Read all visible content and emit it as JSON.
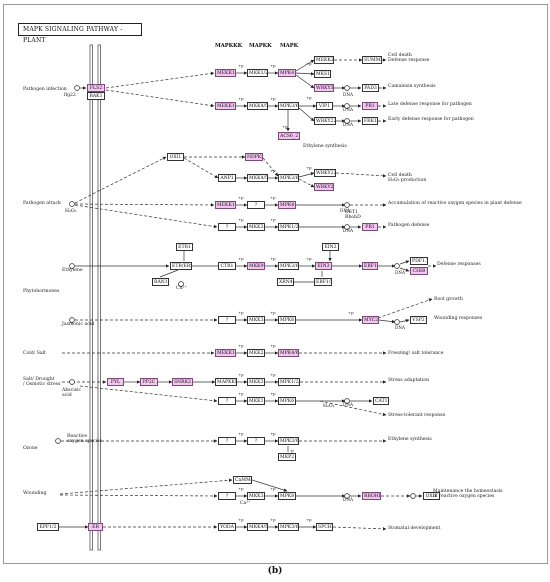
{
  "title": "MAPK SIGNALING PATHWAY - PLANT",
  "caption": "(b)",
  "headers": [
    "MAPKKK",
    "MAPKK",
    "MAPK"
  ],
  "colors": {
    "pink_node": "#f5c6f1",
    "membrane": "#555555"
  },
  "nodes": [
    {
      "id": "flg22_fls2",
      "text": "FLS2",
      "pink": true
    },
    {
      "id": "bak1",
      "text": "BAK1",
      "pink": false
    },
    {
      "id": "r1_mekk1",
      "text": "MEKK1",
      "pink": true
    },
    {
      "id": "r1_mkk12",
      "text": "MKK1/2",
      "pink": false
    },
    {
      "id": "r1_mpk4",
      "text": "MPK4",
      "pink": true
    },
    {
      "id": "r1_mks1",
      "text": "MKS1",
      "pink": false
    },
    {
      "id": "r1_wrky33",
      "text": "WRKY33",
      "pink": true
    },
    {
      "id": "r1_mekk2",
      "text": "MEKK2",
      "pink": false
    },
    {
      "id": "r1_summ2",
      "text": "SUMM2",
      "pink": false
    },
    {
      "id": "r1_pad3",
      "text": "PAD3",
      "pink": false
    },
    {
      "id": "r2_mekk1",
      "text": "MEKK1",
      "pink": true
    },
    {
      "id": "r2_mkk45",
      "text": "MKK4/5",
      "pink": false
    },
    {
      "id": "r2_mpk36",
      "text": "MPK3/6",
      "pink": false
    },
    {
      "id": "r2_vip1",
      "text": "VIP1",
      "pink": false
    },
    {
      "id": "r2_pr1",
      "text": "PR1",
      "pink": true
    },
    {
      "id": "r2_wrky22",
      "text": "WRKY22/29",
      "pink": false
    },
    {
      "id": "r2_frk1",
      "text": "FRK1",
      "pink": false
    },
    {
      "id": "r2_acs",
      "text": "ACS6_2_6",
      "pink": true
    },
    {
      "id": "r3_oxi1",
      "text": "OXI1",
      "pink": false
    },
    {
      "id": "r3_nak",
      "text": "NDPK2",
      "pink": true
    },
    {
      "id": "r3_anp1",
      "text": "ANP1",
      "pink": false
    },
    {
      "id": "r3_mkk45",
      "text": "MKK4/5",
      "pink": false
    },
    {
      "id": "r3_mpk36",
      "text": "MPK3/6",
      "pink": false
    },
    {
      "id": "r3_wrky22",
      "text": "WRKY22/29",
      "pink": false
    },
    {
      "id": "r3_wrky25",
      "text": "WRKY25",
      "pink": true
    },
    {
      "id": "r4_mekk1",
      "text": "MEKK1",
      "pink": true
    },
    {
      "id": "r4_q",
      "text": "?",
      "pink": false
    },
    {
      "id": "r4_mpk4",
      "text": "MPK4",
      "pink": true
    },
    {
      "id": "r5_q",
      "text": "?",
      "pink": false
    },
    {
      "id": "r5_mkk3",
      "text": "MKK3",
      "pink": false
    },
    {
      "id": "r5_mpk",
      "text": "MPK1/2/7",
      "pink": false
    },
    {
      "id": "r5_pr1",
      "text": "PR1",
      "pink": true
    },
    {
      "id": "e_etr1",
      "text": "ETR1",
      "pink": false
    },
    {
      "id": "e_etr",
      "text": "ETR/ERS",
      "pink": false
    },
    {
      "id": "e_ctr1",
      "text": "CTR1",
      "pink": false
    },
    {
      "id": "e_mkk9",
      "text": "MKK9",
      "pink": true
    },
    {
      "id": "e_mpk36",
      "text": "MPK3/6",
      "pink": false
    },
    {
      "id": "e_ein2",
      "text": "EIN2",
      "pink": false
    },
    {
      "id": "e_ein3",
      "text": "EIN3",
      "pink": true
    },
    {
      "id": "e_erf1",
      "text": "ERF1",
      "pink": true
    },
    {
      "id": "e_pdf12",
      "text": "PDF1.2",
      "pink": false
    },
    {
      "id": "e_chib",
      "text": "CHIB",
      "pink": true
    },
    {
      "id": "e_ran1",
      "text": "RAN1",
      "pink": false
    },
    {
      "id": "e_xrn4",
      "text": "XRN4",
      "pink": false
    },
    {
      "id": "e_ebf12",
      "text": "EBF1/2",
      "pink": false
    },
    {
      "id": "j_q",
      "text": "?",
      "pink": false
    },
    {
      "id": "j_mkk3",
      "text": "MKK3",
      "pink": false
    },
    {
      "id": "j_mpk6",
      "text": "MPK6",
      "pink": false
    },
    {
      "id": "j_myc2",
      "text": "MYC2",
      "pink": true
    },
    {
      "id": "j_vsp2",
      "text": "VSP2",
      "pink": false
    },
    {
      "id": "c_mekk1",
      "text": "MEKK1",
      "pink": true
    },
    {
      "id": "c_mkk2",
      "text": "MKK2",
      "pink": false
    },
    {
      "id": "c_mpk46",
      "text": "MPK4/6",
      "pink": true
    },
    {
      "id": "s_pyl",
      "text": "PYL",
      "pink": true
    },
    {
      "id": "s_pp2c",
      "text": "PP2C",
      "pink": true
    },
    {
      "id": "s_snrk2",
      "text": "SNRK2",
      "pink": true
    },
    {
      "id": "s_mapkkk",
      "text": "MAPKKK17/18",
      "pink": false
    },
    {
      "id": "s_mkk3",
      "text": "MKK3",
      "pink": false
    },
    {
      "id": "s_mpk",
      "text": "MPK1/2/7/14",
      "pink": false
    },
    {
      "id": "s2_q",
      "text": "?",
      "pink": false
    },
    {
      "id": "s2_mkk1",
      "text": "MKK1",
      "pink": false
    },
    {
      "id": "s2_mpk6",
      "text": "MPK6",
      "pink": false
    },
    {
      "id": "s2_cat1",
      "text": "CAT1",
      "pink": false
    },
    {
      "id": "o_q1",
      "text": "?",
      "pink": false
    },
    {
      "id": "o_q2",
      "text": "?",
      "pink": false
    },
    {
      "id": "o_mpk36",
      "text": "MPK3/6",
      "pink": false
    },
    {
      "id": "o_mkp2",
      "text": "MKP2",
      "pink": false
    },
    {
      "id": "w_camm",
      "text": "CaMM4",
      "pink": false
    },
    {
      "id": "w_q",
      "text": "?",
      "pink": false
    },
    {
      "id": "w_mkk3",
      "text": "MKK3",
      "pink": false
    },
    {
      "id": "w_mpk8",
      "text": "MPK8",
      "pink": false
    },
    {
      "id": "w_rbohd",
      "text": "RBOHD",
      "pink": true
    },
    {
      "id": "w_oxi",
      "text": "OXI1",
      "pink": false
    },
    {
      "id": "d_epf",
      "text": "EPF1/2",
      "pink": false
    },
    {
      "id": "d_er",
      "text": "ER",
      "pink": true
    },
    {
      "id": "d_yoda",
      "text": "YODA",
      "pink": false
    },
    {
      "id": "d_mkk45",
      "text": "MKK4/5",
      "pink": false
    },
    {
      "id": "d_mpk36",
      "text": "MPK3/6",
      "pink": false
    },
    {
      "id": "d_spch",
      "text": "SPCH",
      "pink": false
    }
  ],
  "labels": [
    {
      "id": "lp_infection",
      "text": "Pathogen infection"
    },
    {
      "id": "lp_flg22",
      "text": "flg22"
    },
    {
      "id": "lp_attack",
      "text": "Pathogen attack"
    },
    {
      "id": "lp_h2o2a",
      "text": "H₂O₂"
    },
    {
      "id": "lp_ethylene",
      "text": "Ethylene"
    },
    {
      "id": "lp_cu",
      "text": "Cu²⁺"
    },
    {
      "id": "lp_phyto",
      "text": "Phytohormones"
    },
    {
      "id": "lp_ja",
      "text": "Jasmonic acid"
    },
    {
      "id": "lp_cold",
      "text": "Cold/ Salt"
    },
    {
      "id": "lp_salt",
      "text": "Salt/ Drought\n/ Osmotic stress"
    },
    {
      "id": "lp_aba",
      "text": "Abscisic\nacid"
    },
    {
      "id": "lp_ozone",
      "text": "Ozone"
    },
    {
      "id": "lp_ros",
      "text": "Reactive\noxygen species"
    },
    {
      "id": "lp_wound",
      "text": "Wounding"
    },
    {
      "id": "o_celldeath1",
      "text": "Cell death\nDefense response"
    },
    {
      "id": "o_camalexin",
      "text": "Camalexin synthesis"
    },
    {
      "id": "o_late",
      "text": "Late defense response for pathogen"
    },
    {
      "id": "o_early",
      "text": "Early defense response for pathogen"
    },
    {
      "id": "o_ethsyn",
      "text": "Ethylene synthesis"
    },
    {
      "id": "o_celldeath2",
      "text": "Cell death\nH₂O₂ production"
    },
    {
      "id": "o_accum",
      "text": "Accumulation of reactive oxygen species in plant defense"
    },
    {
      "id": "o_ost1",
      "text": "OST1\nRbohD"
    },
    {
      "id": "o_pathdef",
      "text": "Pathogen defense"
    },
    {
      "id": "o_defresp",
      "text": "Defense responses"
    },
    {
      "id": "o_root",
      "text": "Root growth"
    },
    {
      "id": "o_wounding",
      "text": "Wounding responses"
    },
    {
      "id": "o_freeze",
      "text": "Freezing/ salt tolerance"
    },
    {
      "id": "o_stressad",
      "text": "Stress adaptation"
    },
    {
      "id": "o_h2o2",
      "text": "H₂O₂"
    },
    {
      "id": "o_stresstol",
      "text": "Stress-tolerant response"
    },
    {
      "id": "o_ethsyn2",
      "text": "Ethylene synthesis"
    },
    {
      "id": "o_homeo",
      "text": "Maintenance the homeostasis\nof reactive oxygen species"
    },
    {
      "id": "o_stomatal",
      "text": "Stomatal development"
    },
    {
      "id": "o_ca",
      "text": "Ca²⁺"
    }
  ],
  "marks": {
    "dna": "DNA",
    "plus_p": "+p",
    "minus_p": "-p",
    "p": "p"
  }
}
